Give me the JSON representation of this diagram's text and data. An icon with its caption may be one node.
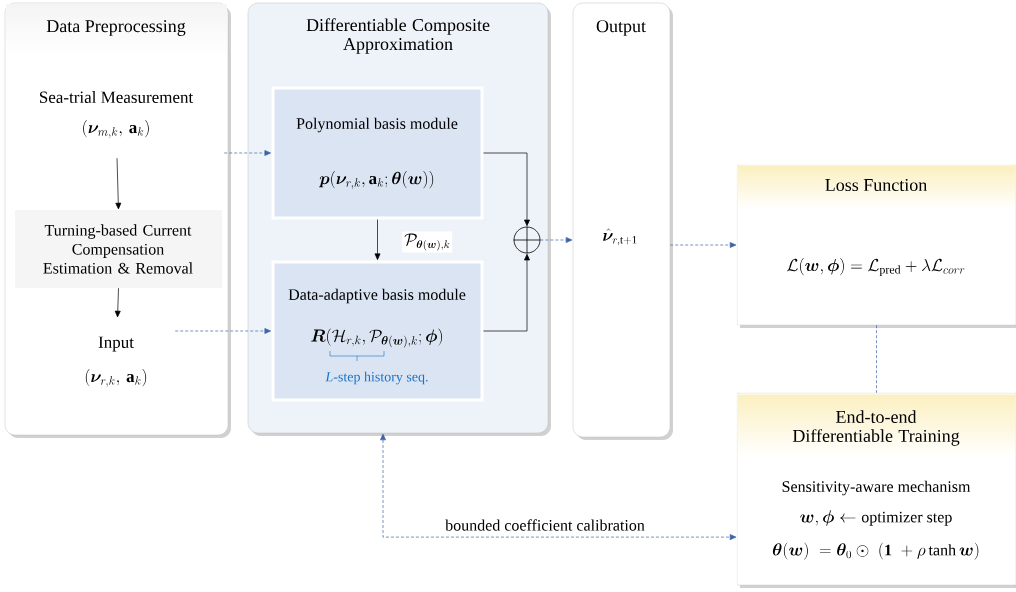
{
  "diagram": {
    "nodes": [
      {
        "text": [
          "Data Preprocessing"
        ]
      },
      {
        "text": [
          "Sea-trial Measurement",
          "(\\bm{\\nu}_{m,k},\\, \\mathbf{a}_k)"
        ],
        "in": 0
      },
      {
        "text": [
          "Turning-based Current Compensation Estimation & Removal"
        ],
        "in": 0
      },
      {
        "text": [
          "Input",
          "(\\bm{\\nu}_{r,k},\\, \\mathbf{a}_k)"
        ],
        "in": 0
      },
      {
        "text": [
          "Differentiable Composite Approximation"
        ]
      },
      {
        "text": [
          "Polynomial basis module",
          "\\bm{p}(\\bm{\\nu}_{r,k}, \\mathbf{a}_k; \\bm{\\theta}(\\bm{w}))"
        ],
        "in": 4
      },
      {
        "text": [
          "Data-adaptive basis module",
          "\\bm{R}(\\mathcal{H}_{r,k}, \\mathcal{P}_{\\bm{\\theta}(\\bm{w}),k}; \\bm{\\phi})",
          "*L*-step history seq."
        ],
        "in": 4
      },
      {
        "text": [],
        "shape": "circle",
        "in": 4
      },
      {
        "text": [
          "Output",
          "\\hat{\\bm{\\nu}}_{r,\\mathrm{t+1}}"
        ]
      },
      {
        "text": [
          "Loss Function",
          "\\mathcal{L}(\\bm{w},\\bm{\\phi}) = \\mathcal{L}_{\\mathrm{pred}} + \\lambda\\mathcal{L}_{corr}"
        ]
      },
      {
        "text": [
          "End-to-end Differentiable Training",
          "Sensitivity-aware mechanism",
          "\\bm{w},\\bm{\\phi} \\leftarrow \\text{optimizer step}",
          "\\bm{\\theta}(\\bm{w}) \\;= \\bm{\\theta}_0 \\odot\\; (\\mathbf{1}\\; + \\rho \\tanh \\bm{w})"
        ]
      }
    ],
    "edges": [
      {
        "from": 1,
        "to": 2,
        "arrow": "to",
        "color": "#000000"
      },
      {
        "from": 2,
        "to": 3,
        "arrow": "to",
        "color": "#000000"
      },
      {
        "from": 1,
        "to": 5,
        "arrow": "to",
        "style": "dashed"
      },
      {
        "from": 3,
        "to": 6,
        "arrow": "to",
        "style": "dashed"
      },
      {
        "from": 5,
        "to": 6,
        "arrow": "to",
        "label": "\\mathcal{P}_{\\bm{\\theta}(\\bm{w}),k}",
        "color": "#000000"
      },
      {
        "from": 5,
        "to": 7,
        "arrow": "to",
        "color": "#000000"
      },
      {
        "from": 6,
        "to": 7,
        "arrow": "to",
        "color": "#000000"
      },
      {
        "from": 7,
        "to": 8,
        "arrow": "to",
        "style": "dashed"
      },
      {
        "from": 8,
        "to": 9,
        "arrow": "to",
        "style": "dashed"
      },
      {
        "from": 9,
        "to": 10,
        "arrow": "none",
        "style": "dashed"
      },
      {
        "from": 4,
        "to": 10,
        "arrow": "both",
        "label": "bounded coefficient calibration",
        "style": "dashed"
      }
    ]
  }
}
